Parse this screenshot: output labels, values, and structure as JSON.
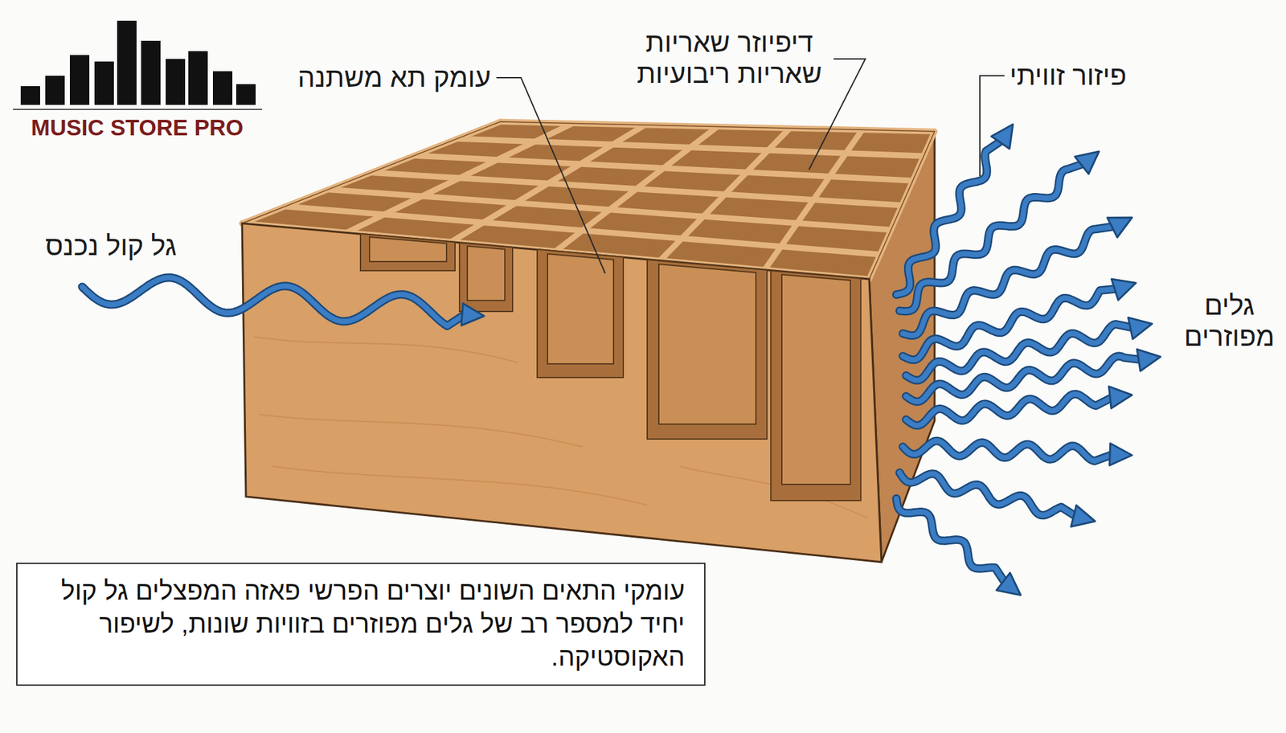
{
  "diagram": {
    "caption": "עומקי התאים השונים יוצרים הפרשי פאזה המפצלים גל קול יחיד למספר רב של גלים מפוזרים בזוויות שונות, לשיפור האקוסטיקה.",
    "labels": [
      "MUSIC STORE PRO",
      "עומק תא משתנה",
      "דיפיוזר שאריות שאריות ריבועיות",
      "פיזור זוויתי",
      "גל קול נכנס",
      "גלים מפוזרים"
    ]
  }
}
